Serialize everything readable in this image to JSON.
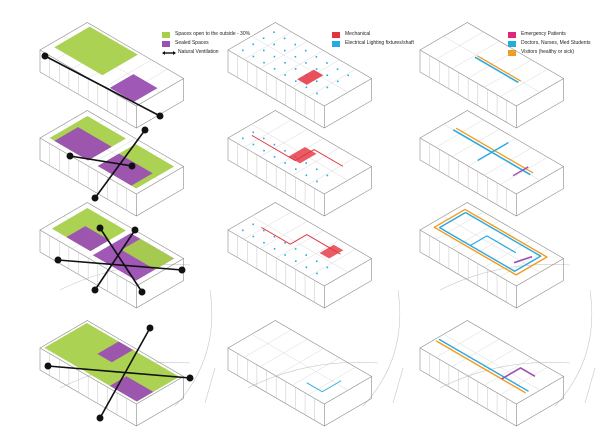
{
  "colors": {
    "green": "#a6d04a",
    "purple": "#9b4fb3",
    "red": "#e4333f",
    "blue": "#2aa9df",
    "magenta": "#e0267c",
    "orange": "#f39a1e",
    "line": "#8a8a8a",
    "arrow": "#111111"
  },
  "legend_ventilation": {
    "open_spaces": "Spaces open to the outside - 30%",
    "sealed_spaces": "Sealed Spaces",
    "natural_ventilation": "Natural Ventilation"
  },
  "legend_services": {
    "mechanical": "Mechanical",
    "electrical": "Electrical Lighting fixtures/shaft"
  },
  "legend_circulation": {
    "emergency": "Emergency Patients",
    "staff": "Doctors, Nurses, Med Students",
    "visitors": "Visitors (healthy or sick)"
  }
}
